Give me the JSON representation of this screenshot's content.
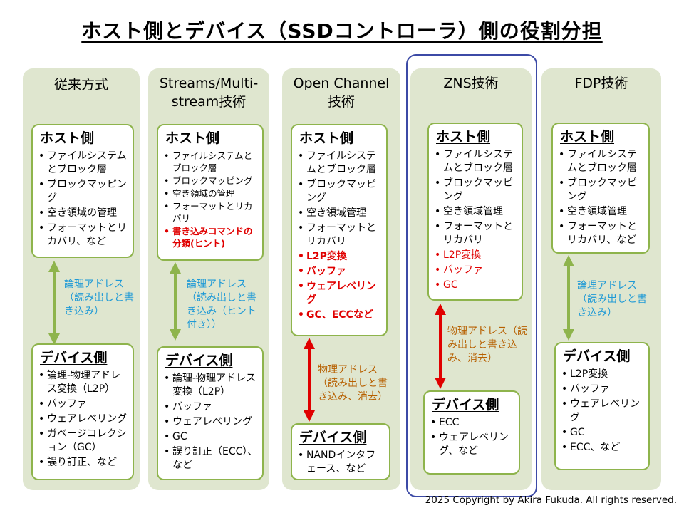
{
  "title": "ホスト側とデバイス（SSDコントローラ）側の役割分担",
  "copyright": "2025 Copyright by Akira Fukuda. All rights reserved.",
  "colors": {
    "column_bg": "#dfe6cf",
    "box_border": "#8eb44c",
    "green_arrow": "#8eb44c",
    "red_arrow": "#e00000",
    "blue_label": "#1f9ad6",
    "brown_label": "#b76000",
    "zns_frame": "#3c4aa6"
  },
  "columns": [
    {
      "title": "従来方式",
      "host": {
        "title": "ホスト側",
        "items": [
          "ファイルシステムとブロック層",
          "ブロックマッピング",
          "空き領域の管理",
          "フォーマットとリカバリ、など"
        ]
      },
      "arrow_label": "論理アドレス（読み出しと書き込み）",
      "device": {
        "title": "デバイス側",
        "items": [
          "論理-物理アドレス変換（L2P）",
          "バッファ",
          "ウェアレベリング",
          "ガベージコレクション（GC）",
          "誤り訂正、など"
        ]
      }
    },
    {
      "title": "Streams/Multi-stream技術",
      "host": {
        "title": "ホスト側",
        "items": [
          "ファイルシステムとブロック層",
          "ブロックマッピング",
          "空き領域の管理",
          "フォーマットとリカバリ"
        ],
        "highlight": [
          "書き込みコマンドの分類(ヒント)"
        ]
      },
      "arrow_label": "論理アドレス（読み出しと書き込み（ヒント付き））",
      "device": {
        "title": "デバイス側",
        "items": [
          "論理-物理アドレス変換（L2P）",
          "バッファ",
          "ウェアレベリング",
          "GC",
          "誤り訂正（ECC）、など"
        ]
      }
    },
    {
      "title": "Open Channel技術",
      "host": {
        "title": "ホスト側",
        "items": [
          "ファイルシステムとブロック層",
          "ブロックマッピング",
          "空き領域管理",
          "フォーマットとリカバリ"
        ],
        "highlight": [
          "L2P変換",
          "バッファ",
          "ウェアレベリング",
          "GC、ECCなど"
        ]
      },
      "arrow_label": "物理アドレス（読み出しと書き込み、消去）",
      "device": {
        "title": "デバイス側",
        "items": [
          "NANDインタフェース、など"
        ]
      }
    },
    {
      "title": "ZNS技術",
      "host": {
        "title": "ホスト側",
        "items": [
          "ファイルシステムとブロック層",
          "ブロックマッピング",
          "空き領域管理",
          "フォーマットとリカバリ"
        ],
        "highlight": [
          "L2P変換",
          "バッファ",
          "GC"
        ]
      },
      "arrow_label": "物理アドレス（読み出しと書き込み、消去）",
      "device": {
        "title": "デバイス側",
        "items": [
          "ECC",
          "ウェアレベリング、など"
        ]
      }
    },
    {
      "title": "FDP技術",
      "host": {
        "title": "ホスト側",
        "items": [
          "ファイルシステムとブロック層",
          "ブロックマッピング",
          "空き領域管理",
          "フォーマットとリカバリ、など"
        ]
      },
      "arrow_label": "論理アドレス（読み出しと書き込み）",
      "device": {
        "title": "デバイス側",
        "items": [
          "L2P変換",
          "バッファ",
          "ウェアレベリング",
          "GC",
          "ECC、など"
        ]
      }
    }
  ]
}
